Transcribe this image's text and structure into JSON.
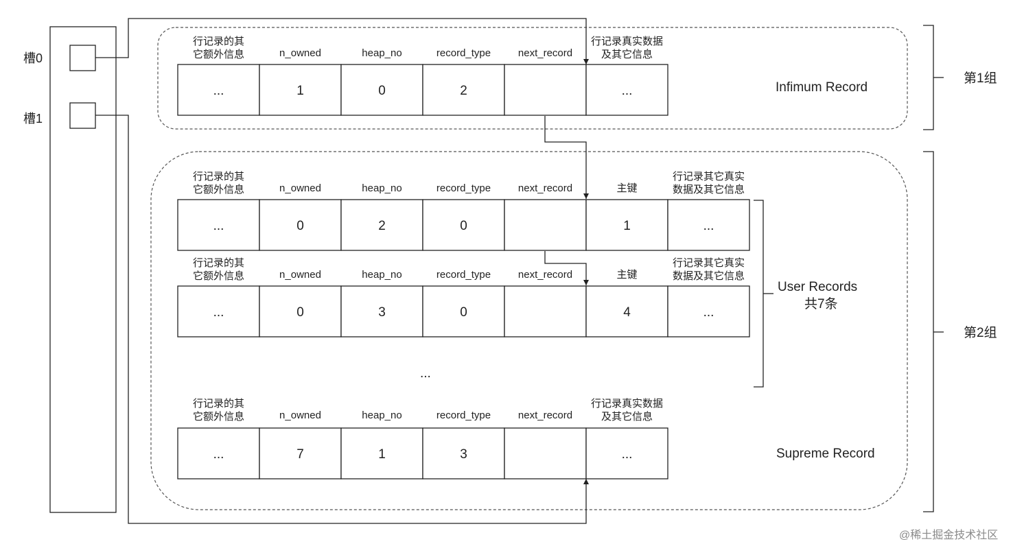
{
  "slots": [
    {
      "label": "槽0"
    },
    {
      "label": "槽1"
    }
  ],
  "groups": [
    {
      "label": "第1组"
    },
    {
      "label": "第2组"
    }
  ],
  "record_labels": {
    "infimum": "Infimum Record",
    "user_line1": "User Records",
    "user_line2": "共7条",
    "supreme": "Supreme Record"
  },
  "ellipsis_between": "...",
  "watermark": "@稀土掘金技术社区",
  "records": [
    {
      "name": "infimum",
      "headers": [
        [
          "行记录的其",
          "它额外信息"
        ],
        [
          "n_owned"
        ],
        [
          "heap_no"
        ],
        [
          "record_type"
        ],
        [
          "next_record"
        ],
        [
          "行记录真实数据",
          "及其它信息"
        ]
      ],
      "cells": [
        "...",
        "1",
        "0",
        "2",
        "",
        "..."
      ]
    },
    {
      "name": "user-1",
      "headers": [
        [
          "行记录的其",
          "它额外信息"
        ],
        [
          "n_owned"
        ],
        [
          "heap_no"
        ],
        [
          "record_type"
        ],
        [
          "next_record"
        ],
        [
          "主键"
        ],
        [
          "行记录其它真实",
          "数据及其它信息"
        ]
      ],
      "cells": [
        "...",
        "0",
        "2",
        "0",
        "",
        "1",
        "..."
      ]
    },
    {
      "name": "user-2",
      "headers": [
        [
          "行记录的其",
          "它额外信息"
        ],
        [
          "n_owned"
        ],
        [
          "heap_no"
        ],
        [
          "record_type"
        ],
        [
          "next_record"
        ],
        [
          "主键"
        ],
        [
          "行记录其它真实",
          "数据及其它信息"
        ]
      ],
      "cells": [
        "...",
        "0",
        "3",
        "0",
        "",
        "4",
        "..."
      ]
    },
    {
      "name": "supreme",
      "headers": [
        [
          "行记录的其",
          "它额外信息"
        ],
        [
          "n_owned"
        ],
        [
          "heap_no"
        ],
        [
          "record_type"
        ],
        [
          "next_record"
        ],
        [
          "行记录真实数据",
          "及其它信息"
        ]
      ],
      "cells": [
        "...",
        "7",
        "1",
        "3",
        "",
        "..."
      ]
    }
  ]
}
